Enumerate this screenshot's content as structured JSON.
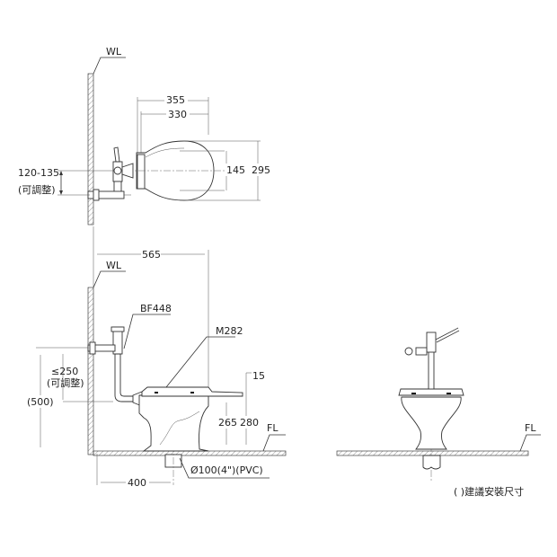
{
  "top_view": {
    "wall_label": "WL",
    "dim_outer_width": "355",
    "dim_inner_width": "330",
    "dim_inner_depth": "145",
    "dim_outer_depth": "295",
    "dim_valve_height": "120-135",
    "dim_valve_note": "(可調整)"
  },
  "side_view": {
    "wall_label": "WL",
    "dim_projection": "565",
    "valve_model": "BF448",
    "seat_model": "M282",
    "dim_valve_adjust": "≤250",
    "dim_valve_adjust_note": "(可調整)",
    "dim_valve_total": "(500)",
    "dim_seat_gap": "15",
    "dim_rim_height": "265",
    "dim_seat_height": "280",
    "floor_label": "FL",
    "drain_spec": "Ø100(4\")(PVC)",
    "dim_drain_offset": "400"
  },
  "front_view": {
    "floor_label": "FL"
  },
  "legend": "( )建議安裝尺寸"
}
